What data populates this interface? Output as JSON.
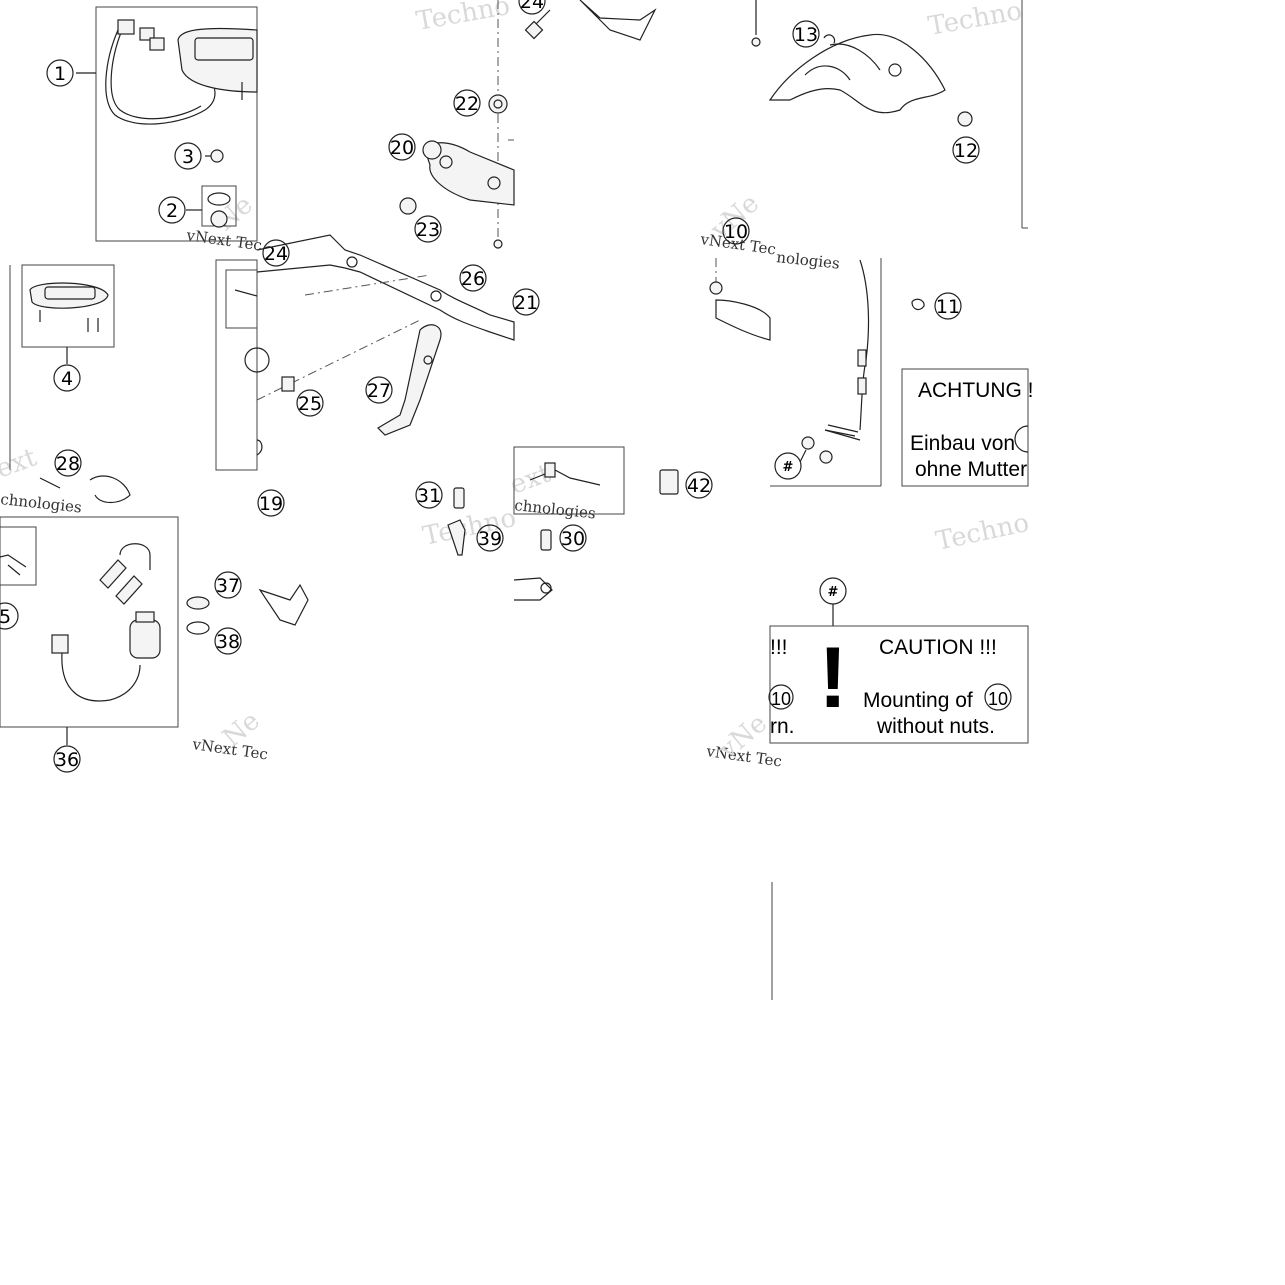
{
  "callouts": {
    "c1": "1",
    "c2": "2",
    "c3": "3",
    "c4": "4",
    "c5": "5",
    "c10a": "10",
    "c11": "11",
    "c12": "12",
    "c13": "13",
    "c19": "19",
    "c20": "20",
    "c21": "21",
    "c22": "22",
    "c23": "23",
    "c24a": "24",
    "c24b": "24",
    "c25": "25",
    "c26": "26",
    "c27": "27",
    "c28": "28",
    "c30": "30",
    "c31": "31",
    "c36": "36",
    "c37": "37",
    "c38": "38",
    "c39": "39",
    "c42": "42",
    "hash1": "#",
    "hash2": "#"
  },
  "notices": {
    "german": {
      "title": "ACHTUNG !",
      "line1": "Einbau von",
      "line2": "ohne Mutter"
    },
    "english": {
      "title": "CAUTION !!!",
      "line1": "Mounting of",
      "line2": "without nuts.",
      "ref": "10"
    },
    "fragment": {
      "title": "!!!",
      "ref": "10",
      "tail": "rn."
    },
    "exclamation": "!"
  },
  "watermarks": {
    "w1": "Techno",
    "w2": "Techno",
    "w3": "Techno",
    "w4": "Techno",
    "w5": "vNext Tec",
    "w6": "vNext Tec",
    "w7": "vNext Tec",
    "w8": "vNext Tec",
    "w9": "nologies",
    "w10": "chnologies",
    "w11": "chnologies",
    "w12": "ext",
    "w13": "ext",
    "w14": "Ne",
    "w15": "vNe",
    "w16": "Ne",
    "w17": "vNe"
  },
  "colors": {
    "line": "#222222",
    "watermark": "#d9d9d9",
    "background": "#ffffff"
  }
}
